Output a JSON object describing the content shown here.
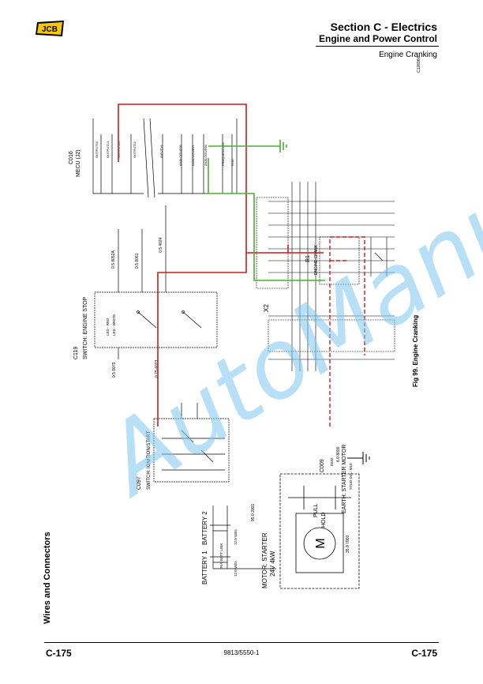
{
  "header": {
    "brand": "JCB",
    "title": "Section C - Electrics",
    "subtitle": "Engine and Power Control",
    "section": "Engine Cranking"
  },
  "ref_code": "C126960",
  "side_title": "Wires and Connectors",
  "figure_caption": "Fig 99. Engine Cranking",
  "footer": {
    "page_left": "C-175",
    "doc_number": "9813/5550-1",
    "page_right": "C-175"
  },
  "watermark": "AutoManual",
  "diagram": {
    "c016": {
      "ref": "C016",
      "name": "MECU (J2)",
      "pins": [
        "OUTPUT15",
        "OUTPUT14",
        "OUTPUT13",
        "OUTPUT12",
        "INPUT19",
        "ANALOGUE05",
        "ANALOGUE07",
        "ANALOGUE09",
        "FREQUENCY04",
        "GND"
      ]
    },
    "c119": {
      "ref": "C119",
      "name": "SWITCH: ENGINE STOP",
      "contacts": [
        "LED - RED",
        "LED - WHITE"
      ]
    },
    "c097": {
      "ref": "C097",
      "name": "SWITCH: IGNITION/START"
    },
    "c009": {
      "ref": "C009",
      "name": "EARTH: STARTER MOTOR",
      "spec": "STUD DIA.: M10",
      "code": "E032"
    },
    "motor": {
      "name": "MOTOR: STARTER",
      "rating": "24V 4kW",
      "pull": "PULL",
      "hold": "HOLD",
      "symbol": "M"
    },
    "batteries": {
      "b1": "BATTERY 1",
      "b2": "BATTERY 2",
      "v1": "12.0 Volts",
      "v2": "12.0 Volts",
      "link": "70.0 BATT LINK"
    },
    "relay": {
      "ref": "R1",
      "name": "ENGINE CRANK"
    },
    "connector": "X2",
    "wires": [
      "0.5 8052A",
      "0.5 8061",
      "0.5 4024",
      "0.5 6079",
      "0.75 4023",
      "95.0 2001",
      "35.0 7000",
      "6.0 8000"
    ]
  }
}
